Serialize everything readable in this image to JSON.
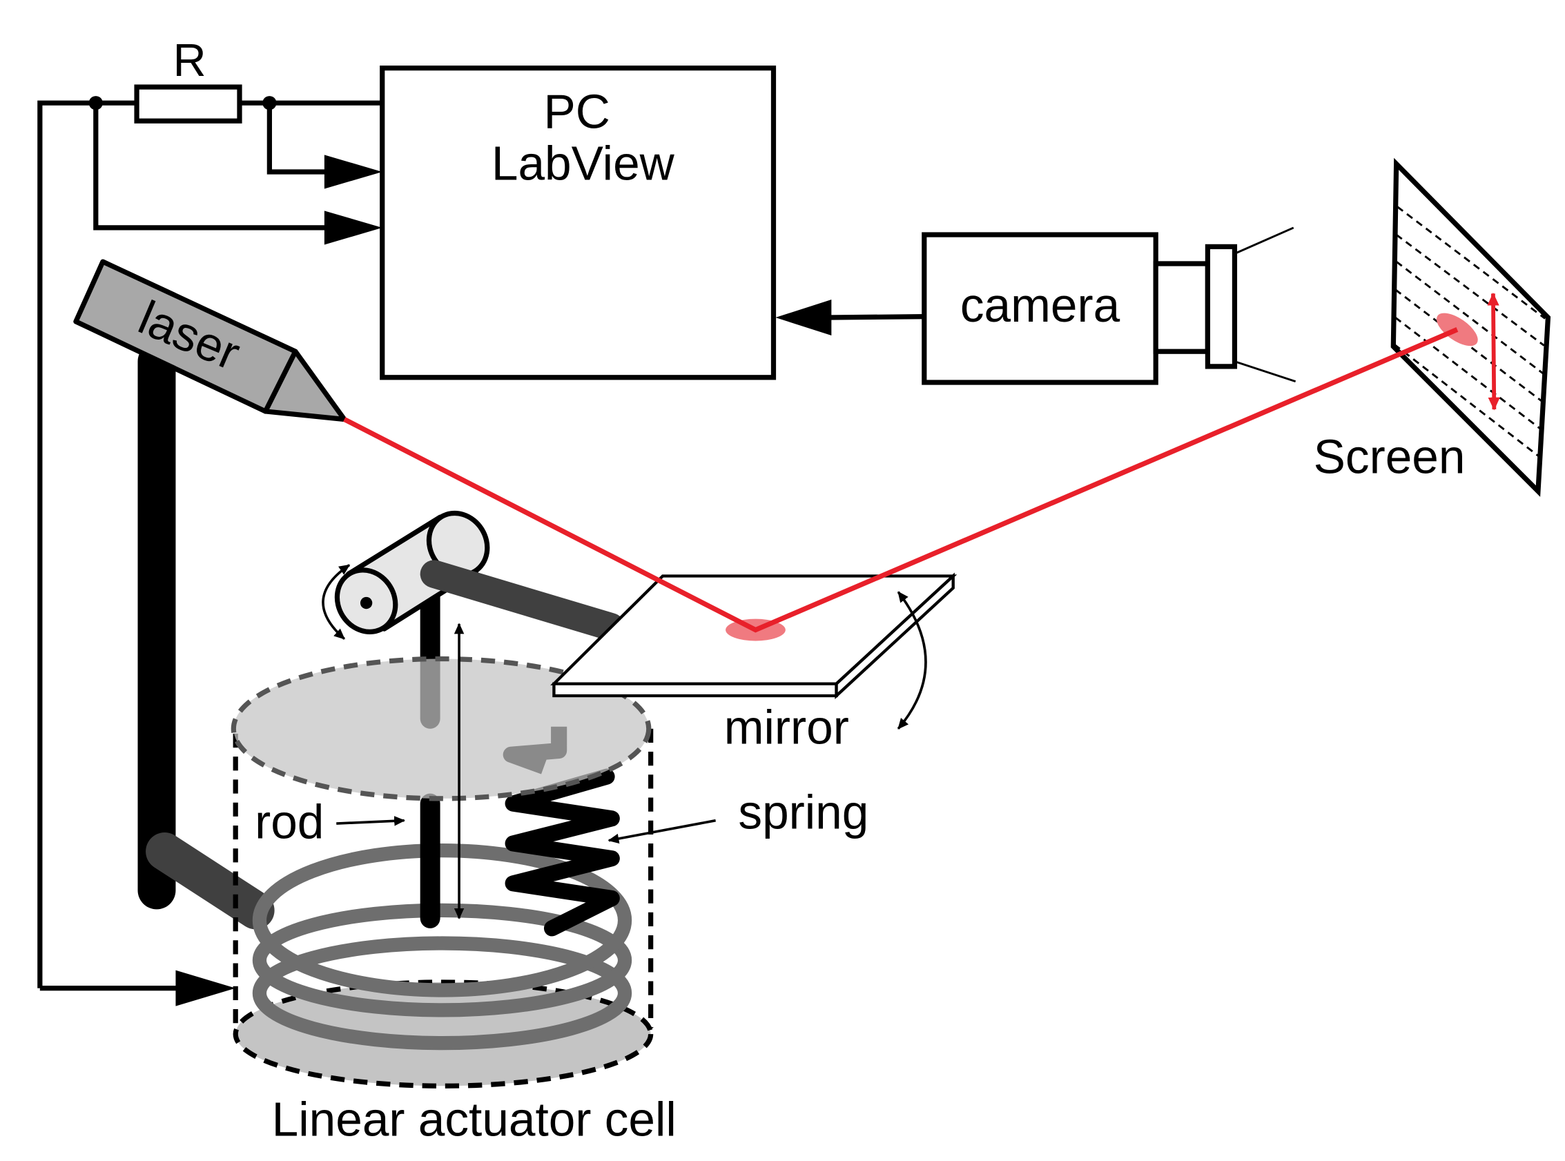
{
  "labels": {
    "resistor": "R",
    "pc_line1": "PC",
    "pc_line2": "LabView",
    "camera": "camera",
    "laser": "laser",
    "screen": "Screen",
    "mirror": "mirror",
    "rod": "rod",
    "spring": "spring",
    "actuator": "Linear actuator cell"
  },
  "colors": {
    "beam": "#e8202a",
    "spot": "#f07a80",
    "laser_body": "#a8a8a8",
    "arm": "#404040",
    "cell_fill": "#c4c4c4",
    "coil": "#6e6e6e"
  }
}
